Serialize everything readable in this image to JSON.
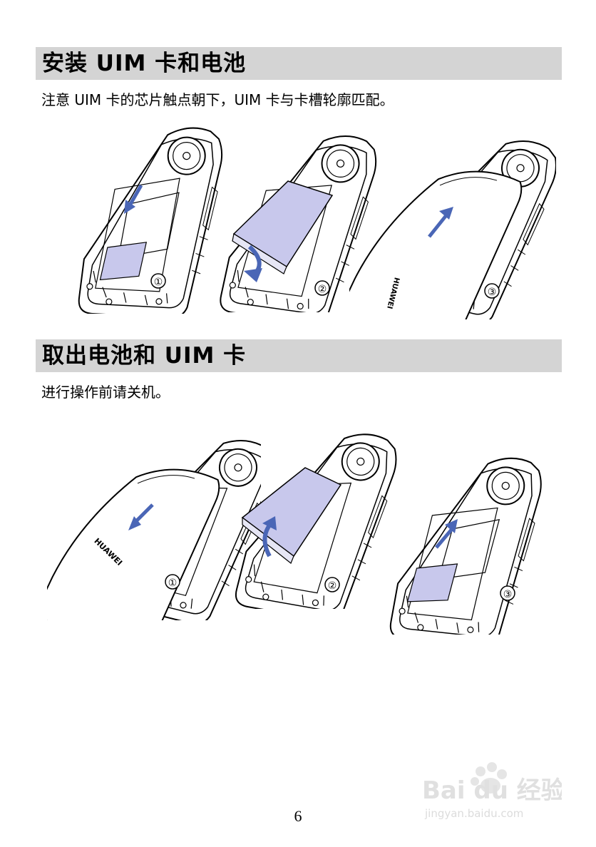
{
  "section1": {
    "title": "安装 UIM 卡和电池",
    "note": "注意 UIM 卡的芯片触点朝下，UIM 卡与卡槽轮廓匹配。",
    "steps": [
      "①",
      "②",
      "③"
    ]
  },
  "section2": {
    "title": "取出电池和 UIM 卡",
    "note": "进行操作前请关机。",
    "steps": [
      "①",
      "②",
      "③"
    ]
  },
  "brand_text": "HUAWEI",
  "page_number": "6",
  "watermark": {
    "text": "Bai du 经验",
    "url": "jingyan.baidu.com"
  },
  "colors": {
    "header_bg": "#d4d4d4",
    "part_fill": "#c8c8ec",
    "arrow": "#4a66b6",
    "outline": "#000000"
  }
}
